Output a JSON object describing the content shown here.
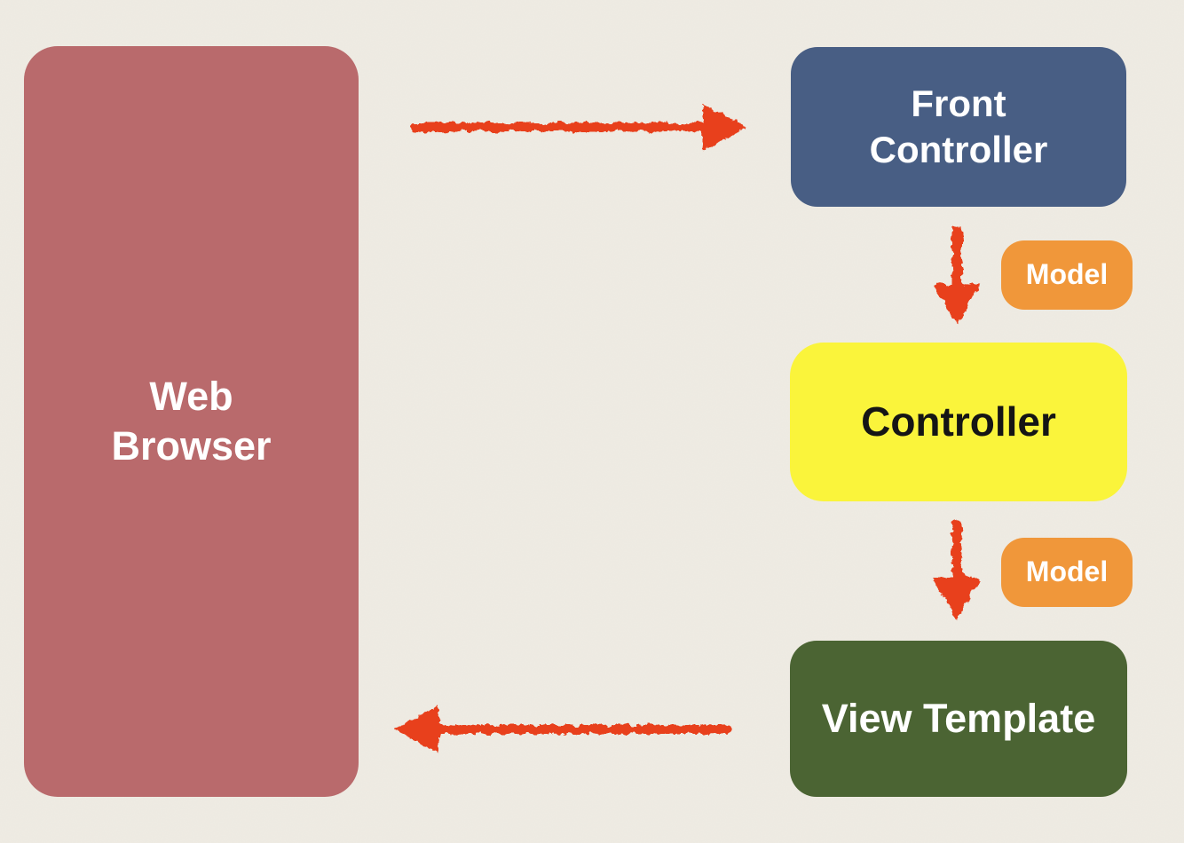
{
  "diagram": {
    "description": "MVC request flow diagram",
    "background_color": "#EFECE4",
    "arrow_color": "#E8401F",
    "nodes": [
      {
        "id": "web-browser",
        "label": "Web Browser",
        "fill": "#B96A6C",
        "text_color": "#FFFFFF"
      },
      {
        "id": "front-controller",
        "label": "Front Controller",
        "fill": "#485E84",
        "text_color": "#FFFFFF"
      },
      {
        "id": "model-request",
        "label": "Model",
        "fill": "#F0973A",
        "text_color": "#FFFFFF"
      },
      {
        "id": "controller",
        "label": "Controller",
        "fill": "#FAF43B",
        "text_color": "#151515"
      },
      {
        "id": "model-response",
        "label": "Model",
        "fill": "#F0973A",
        "text_color": "#FFFFFF"
      },
      {
        "id": "view-template",
        "label": "View Template",
        "fill": "#4B6433",
        "text_color": "#FFFFFF"
      }
    ],
    "edges": [
      {
        "from": "Web Browser",
        "to": "Front Controller",
        "direction": "right"
      },
      {
        "from": "Front Controller",
        "to": "Controller",
        "direction": "down",
        "badge": "Model"
      },
      {
        "from": "Controller",
        "to": "View Template",
        "direction": "down",
        "badge": "Model"
      },
      {
        "from": "View Template",
        "to": "Web Browser",
        "direction": "left"
      }
    ]
  }
}
